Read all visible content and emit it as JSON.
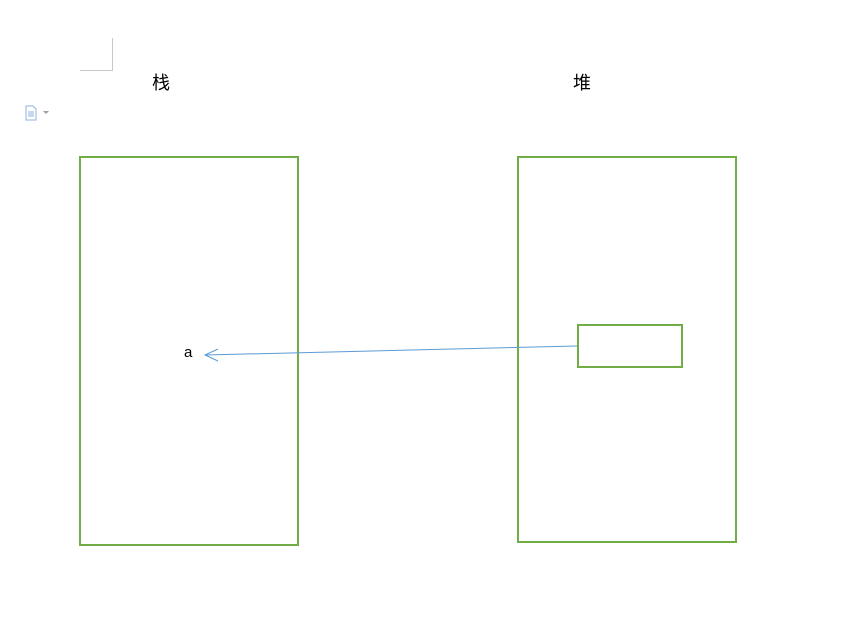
{
  "diagram": {
    "stack_label": "栈",
    "heap_label": "堆",
    "variable_label": "a"
  },
  "colors": {
    "box_border": "#70ad47",
    "arrow": "#5b9bd5",
    "corner_mark": "#c8c8c8",
    "paste_icon": "#8fb3d9"
  },
  "icons": {
    "paste_options": "paste-options-icon",
    "dropdown": "dropdown-arrow-icon"
  }
}
